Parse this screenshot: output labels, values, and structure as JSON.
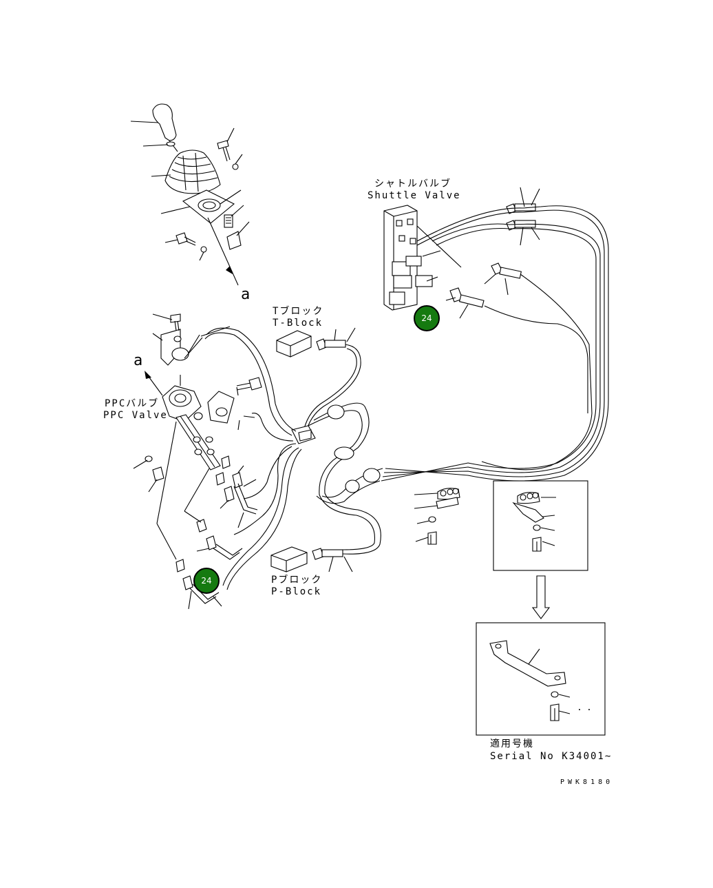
{
  "labels": {
    "shuttle_jp": "シャトルバルブ",
    "shuttle_en": "Shuttle Valve",
    "tblock_jp": "Tブロック",
    "tblock_en": "T-Block",
    "ppc_jp": "PPCバルブ",
    "ppc_en": "PPC Valve",
    "pblock_jp": "Pブロック",
    "pblock_en": "P-Block",
    "serial_jp": "適用号機",
    "serial_en": "Serial No K34001~",
    "view_a_top": "a",
    "view_a_left": "a",
    "drawing_code": "PWK8180"
  },
  "callouts": [
    {
      "id": "badge-shuttle",
      "text": "24"
    },
    {
      "id": "badge-ppc",
      "text": "24"
    }
  ],
  "colors": {
    "badge": "#157a10",
    "line": "#000000"
  }
}
